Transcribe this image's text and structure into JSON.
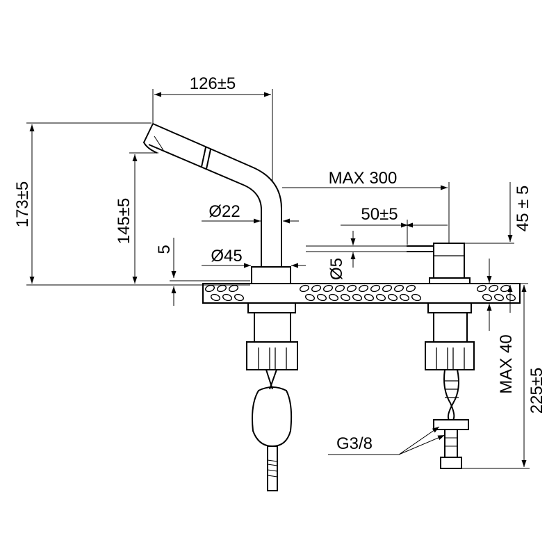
{
  "dimensions": {
    "spout_reach": "126±5",
    "total_height": "173±5",
    "spout_height": "145±5",
    "base_offset": "5",
    "spout_diameter": "Ø22",
    "base_diameter": "Ø45",
    "max_distance": "MAX 300",
    "lever_reach": "50±5",
    "lever_diameter": "Ø5",
    "lever_height": "45 ± 5",
    "max_deck_thickness": "MAX 40",
    "under_deck_length": "225±5",
    "connection_thread": "G3/8"
  }
}
